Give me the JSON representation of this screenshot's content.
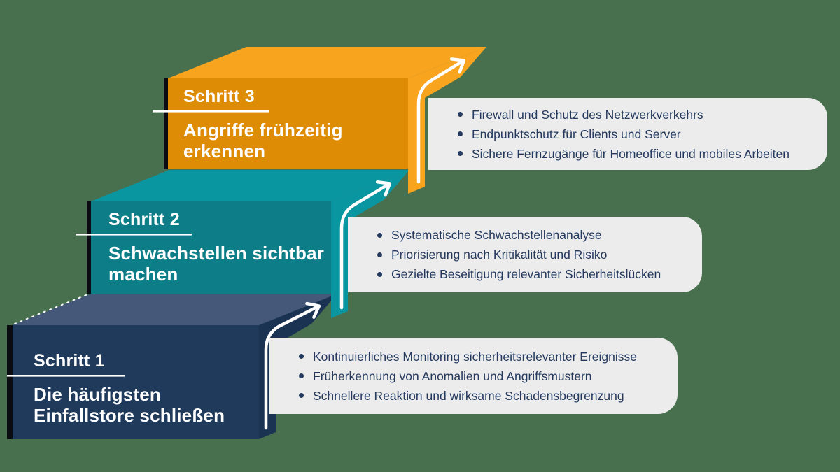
{
  "canvas": {
    "background_color": "#48704F"
  },
  "card": {
    "background_color": "#ECECEC",
    "text_color": "#24395E"
  },
  "arrow_color": "#FFFFFF",
  "underline_color": "#FFFFFF",
  "steps": [
    {
      "label": "Schritt 1",
      "title_lines": [
        "Die häufigsten",
        "Einfallstore schließen"
      ],
      "colors": {
        "front": "#203A5C",
        "top": "#46587A",
        "side": "#1B3352",
        "edge": "#0B0B12"
      },
      "bullets": [
        "Kontinuierliches Monitoring sicherheitsrelevanter Ereignisse",
        "Früherkennung von Anomalien und Angriffsmustern",
        "Schnellere Reaktion und wirksame Schadensbegrenzung"
      ]
    },
    {
      "label": "Schritt 2",
      "title_lines": [
        "Schwachstellen sichtbar",
        "machen"
      ],
      "colors": {
        "front": "#0D7E88",
        "top": "#0A96A1",
        "side": "#0A96A1",
        "edge": "#0B0B12"
      },
      "bullets": [
        "Systematische Schwachstellenanalyse",
        "Priorisierung nach Kritikalität und Risiko",
        "Gezielte Beseitigung relevanter Sicherheitslücken"
      ]
    },
    {
      "label": "Schritt 3",
      "title_lines": [
        "Angriffe frühzeitig",
        "erkennen"
      ],
      "colors": {
        "front": "#DE8B06",
        "top": "#F8A41F",
        "side": "#F8A41F",
        "edge": "#0B0B12"
      },
      "bullets": [
        "Firewall und Schutz des Netzwerkverkehrs",
        "Endpunktschutz für Clients und Server",
        "Sichere Fernzugänge für Homeoffice und mobiles Arbeiten"
      ]
    }
  ]
}
